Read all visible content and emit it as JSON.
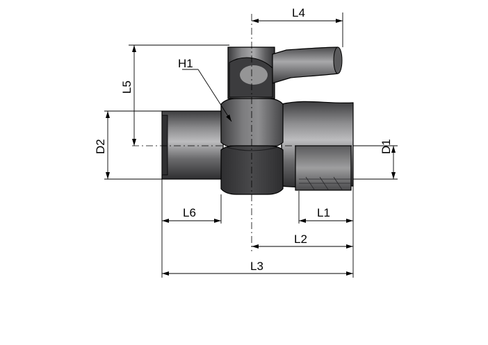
{
  "drawing": {
    "labels": {
      "L1": "L1",
      "L2": "L2",
      "L3": "L3",
      "L4": "L4",
      "L5": "L5",
      "L6": "L6",
      "D1": "D1",
      "D2": "D2",
      "H1": "H1"
    },
    "colors": {
      "line": "#000000",
      "body_dark": "#4a4a4c",
      "body_mid": "#6e6e70",
      "body_light": "#9a9a9c"
    }
  }
}
